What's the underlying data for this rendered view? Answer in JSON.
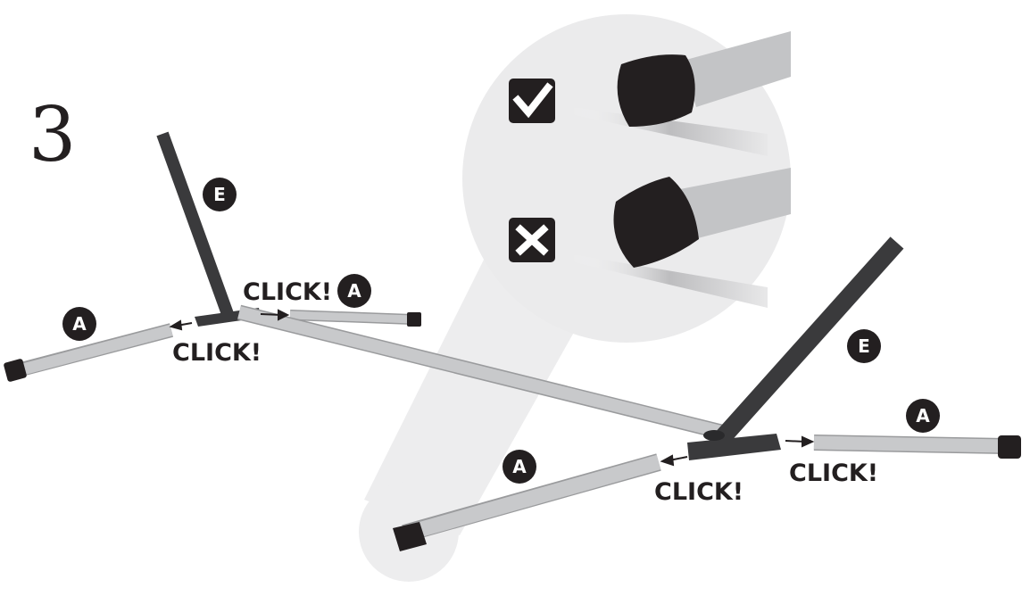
{
  "step": {
    "number": "3"
  },
  "labels": {
    "click": "CLICK!"
  },
  "parts": {
    "leg": "A",
    "upright": "E"
  },
  "inset": {
    "correct_icon": "checkmark-icon",
    "incorrect_icon": "cross-icon"
  },
  "colors": {
    "ink": "#231f20",
    "tube": "#c8c9cb",
    "tube_edge": "#9a9b9d",
    "upright": "#3a3a3c",
    "shadow": "#d9d9db",
    "inset_bg": "#e9e9ea"
  }
}
